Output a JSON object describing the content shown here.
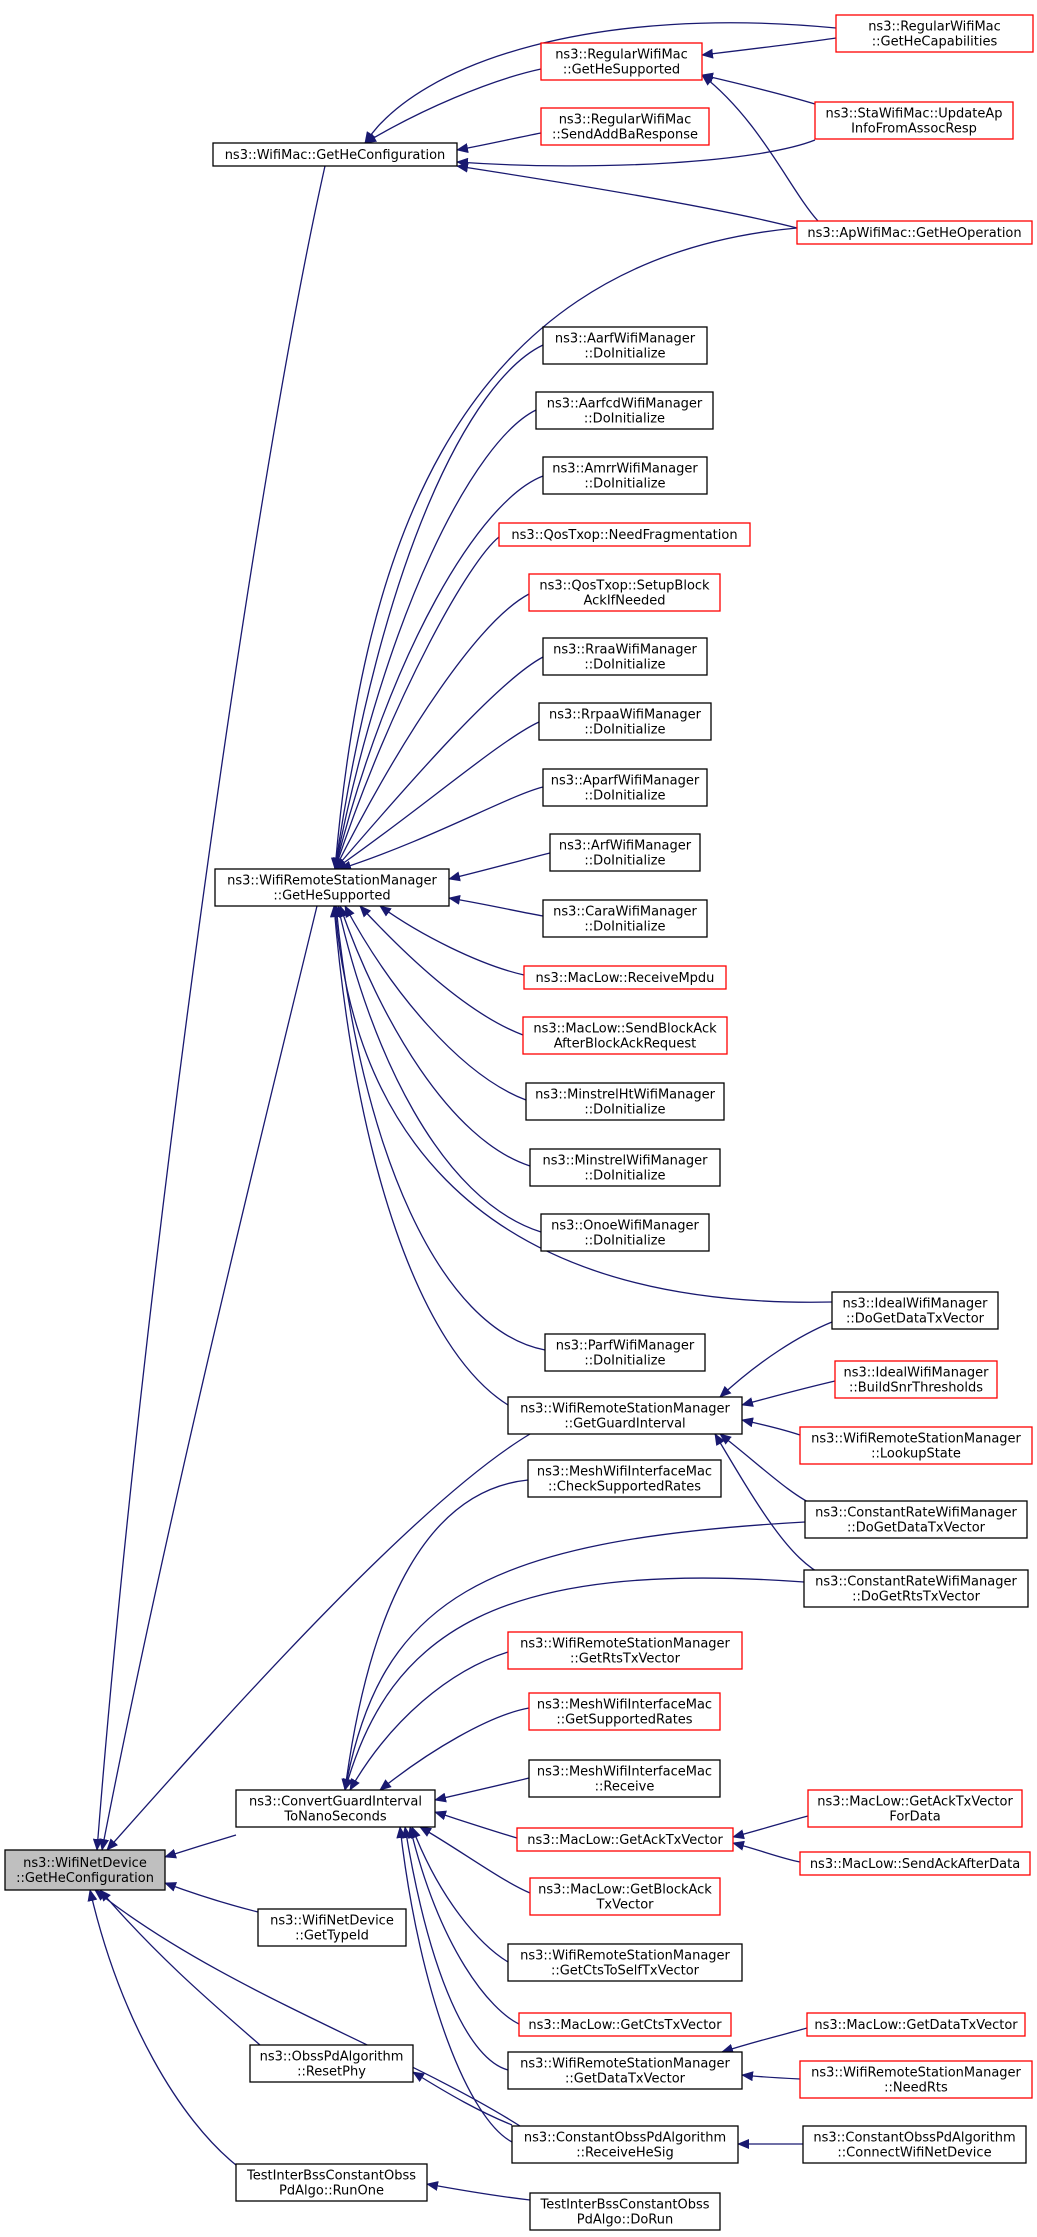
{
  "colors": {
    "edge": "#191970",
    "black_border": "#000000",
    "red_border": "#ff0000",
    "root_fill": "#bfbfbf",
    "node_fill": "#ffffff"
  },
  "nodes": {
    "root": {
      "lines": [
        "ns3::WifiNetDevice",
        "::GetHeConfiguration"
      ],
      "style": "root"
    },
    "wmgethe": {
      "lines": [
        "ns3::WifiMac::GetHeConfiguration"
      ],
      "style": "black"
    },
    "rwgethesup": {
      "lines": [
        "ns3::RegularWifiMac",
        "::GetHeSupported"
      ],
      "style": "red"
    },
    "rwgethecap": {
      "lines": [
        "ns3::RegularWifiMac",
        "::GetHeCapabilities"
      ],
      "style": "red"
    },
    "rwsendaddba": {
      "lines": [
        "ns3::RegularWifiMac",
        "::SendAddBaResponse"
      ],
      "style": "red"
    },
    "staupdate": {
      "lines": [
        "ns3::StaWifiMac::UpdateAp",
        "InfoFromAssocResp"
      ],
      "style": "red"
    },
    "apgetheop": {
      "lines": [
        "ns3::ApWifiMac::GetHeOperation"
      ],
      "style": "red"
    },
    "aarf": {
      "lines": [
        "ns3::AarfWifiManager",
        "::DoInitialize"
      ],
      "style": "black"
    },
    "aarfcd": {
      "lines": [
        "ns3::AarfcdWifiManager",
        "::DoInitialize"
      ],
      "style": "black"
    },
    "amrr": {
      "lines": [
        "ns3::AmrrWifiManager",
        "::DoInitialize"
      ],
      "style": "black"
    },
    "qosfrag": {
      "lines": [
        "ns3::QosTxop::NeedFragmentation"
      ],
      "style": "red"
    },
    "qossetup": {
      "lines": [
        "ns3::QosTxop::SetupBlock",
        "AckIfNeeded"
      ],
      "style": "red"
    },
    "rraa": {
      "lines": [
        "ns3::RraaWifiManager",
        "::DoInitialize"
      ],
      "style": "black"
    },
    "rrpaa": {
      "lines": [
        "ns3::RrpaaWifiManager",
        "::DoInitialize"
      ],
      "style": "black"
    },
    "aparf": {
      "lines": [
        "ns3::AparfWifiManager",
        "::DoInitialize"
      ],
      "style": "black"
    },
    "arf": {
      "lines": [
        "ns3::ArfWifiManager",
        "::DoInitialize"
      ],
      "style": "black"
    },
    "cara": {
      "lines": [
        "ns3::CaraWifiManager",
        "::DoInitialize"
      ],
      "style": "black"
    },
    "mlrecvmpdu": {
      "lines": [
        "ns3::MacLow::ReceiveMpdu"
      ],
      "style": "red"
    },
    "mlsendbar": {
      "lines": [
        "ns3::MacLow::SendBlockAck",
        "AfterBlockAckRequest"
      ],
      "style": "red"
    },
    "minstrelht": {
      "lines": [
        "ns3::MinstrelHtWifiManager",
        "::DoInitialize"
      ],
      "style": "black"
    },
    "minstrel": {
      "lines": [
        "ns3::MinstrelWifiManager",
        "::DoInitialize"
      ],
      "style": "black"
    },
    "onoe": {
      "lines": [
        "ns3::OnoeWifiManager",
        "::DoInitialize"
      ],
      "style": "black"
    },
    "wrsmgethe": {
      "lines": [
        "ns3::WifiRemoteStationManager",
        "::GetHeSupported"
      ],
      "style": "black"
    },
    "idealdata": {
      "lines": [
        "ns3::IdealWifiManager",
        "::DoGetDataTxVector"
      ],
      "style": "black"
    },
    "parf": {
      "lines": [
        "ns3::ParfWifiManager",
        "::DoInitialize"
      ],
      "style": "black"
    },
    "idealsnr": {
      "lines": [
        "ns3::IdealWifiManager",
        "::BuildSnrThresholds"
      ],
      "style": "red"
    },
    "wrsmgi": {
      "lines": [
        "ns3::WifiRemoteStationManager",
        "::GetGuardInterval"
      ],
      "style": "black"
    },
    "wrsmlookup": {
      "lines": [
        "ns3::WifiRemoteStationManager",
        "::LookupState"
      ],
      "style": "red"
    },
    "meshcheck": {
      "lines": [
        "ns3::MeshWifiInterfaceMac",
        "::CheckSupportedRates"
      ],
      "style": "black"
    },
    "constdata": {
      "lines": [
        "ns3::ConstantRateWifiManager",
        "::DoGetDataTxVector"
      ],
      "style": "black"
    },
    "constrts": {
      "lines": [
        "ns3::ConstantRateWifiManager",
        "::DoGetRtsTxVector"
      ],
      "style": "black"
    },
    "wrsmrts": {
      "lines": [
        "ns3::WifiRemoteStationManager",
        "::GetRtsTxVector"
      ],
      "style": "red"
    },
    "meshgetsup": {
      "lines": [
        "ns3::MeshWifiInterfaceMac",
        "::GetSupportedRates"
      ],
      "style": "red"
    },
    "convgi": {
      "lines": [
        "ns3::ConvertGuardInterval",
        "ToNanoSeconds"
      ],
      "style": "black"
    },
    "meshrecv": {
      "lines": [
        "ns3::MeshWifiInterfaceMac",
        "::Receive"
      ],
      "style": "black"
    },
    "mlgetack": {
      "lines": [
        "ns3::MacLow::GetAckTxVector"
      ],
      "style": "red"
    },
    "mlgetackfd": {
      "lines": [
        "ns3::MacLow::GetAckTxVector",
        "ForData"
      ],
      "style": "red"
    },
    "mlsendack": {
      "lines": [
        "ns3::MacLow::SendAckAfterData"
      ],
      "style": "red"
    },
    "mlgetblock": {
      "lines": [
        "ns3::MacLow::GetBlockAck",
        "TxVector"
      ],
      "style": "red"
    },
    "wndtypeid": {
      "lines": [
        "ns3::WifiNetDevice",
        "::GetTypeId"
      ],
      "style": "black"
    },
    "wrsmcts2self": {
      "lines": [
        "ns3::WifiRemoteStationManager",
        "::GetCtsToSelfTxVector"
      ],
      "style": "black"
    },
    "mlgetcts": {
      "lines": [
        "ns3::MacLow::GetCtsTxVector"
      ],
      "style": "red"
    },
    "mlgetdata": {
      "lines": [
        "ns3::MacLow::GetDataTxVector"
      ],
      "style": "red"
    },
    "wrsmdata": {
      "lines": [
        "ns3::WifiRemoteStationManager",
        "::GetDataTxVector"
      ],
      "style": "black"
    },
    "wrsmneedrts": {
      "lines": [
        "ns3::WifiRemoteStationManager",
        "::NeedRts"
      ],
      "style": "red"
    },
    "obssreset": {
      "lines": [
        "ns3::ObssPdAlgorithm",
        "::ResetPhy"
      ],
      "style": "black"
    },
    "constobssrecv": {
      "lines": [
        "ns3::ConstantObssPdAlgorithm",
        "::ReceiveHeSig"
      ],
      "style": "black"
    },
    "constobssconn": {
      "lines": [
        "ns3::ConstantObssPdAlgorithm",
        "::ConnectWifiNetDevice"
      ],
      "style": "black"
    },
    "testrunone": {
      "lines": [
        "TestInterBssConstantObss",
        "PdAlgo::RunOne"
      ],
      "style": "black"
    },
    "testdorun": {
      "lines": [
        "TestInterBssConstantObss",
        "PdAlgo::DoRun"
      ],
      "style": "black"
    }
  },
  "edges": [
    [
      "wmgethe",
      "root"
    ],
    [
      "wrsmgethe",
      "root"
    ],
    [
      "wrsmgi",
      "root"
    ],
    [
      "convgi",
      "root"
    ],
    [
      "wndtypeid",
      "root"
    ],
    [
      "obssreset",
      "root"
    ],
    [
      "constobssrecv",
      "root"
    ],
    [
      "testrunone",
      "root"
    ],
    [
      "rwgethesup",
      "wmgethe"
    ],
    [
      "rwgethecap",
      "wmgethe"
    ],
    [
      "rwsendaddba",
      "wmgethe"
    ],
    [
      "staupdate",
      "wmgethe"
    ],
    [
      "apgetheop",
      "wmgethe"
    ],
    [
      "rwgethecap",
      "rwgethesup"
    ],
    [
      "staupdate",
      "rwgethesup"
    ],
    [
      "apgetheop",
      "rwgethesup"
    ],
    [
      "apgetheop",
      "wrsmgethe"
    ],
    [
      "aarf",
      "wrsmgethe"
    ],
    [
      "aarfcd",
      "wrsmgethe"
    ],
    [
      "amrr",
      "wrsmgethe"
    ],
    [
      "qosfrag",
      "wrsmgethe"
    ],
    [
      "qossetup",
      "wrsmgethe"
    ],
    [
      "rraa",
      "wrsmgethe"
    ],
    [
      "rrpaa",
      "wrsmgethe"
    ],
    [
      "aparf",
      "wrsmgethe"
    ],
    [
      "arf",
      "wrsmgethe"
    ],
    [
      "cara",
      "wrsmgethe"
    ],
    [
      "mlrecvmpdu",
      "wrsmgethe"
    ],
    [
      "mlsendbar",
      "wrsmgethe"
    ],
    [
      "minstrelht",
      "wrsmgethe"
    ],
    [
      "minstrel",
      "wrsmgethe"
    ],
    [
      "onoe",
      "wrsmgethe"
    ],
    [
      "idealdata",
      "wrsmgethe"
    ],
    [
      "parf",
      "wrsmgethe"
    ],
    [
      "wrsmgi",
      "wrsmgethe"
    ],
    [
      "idealdata",
      "wrsmgi"
    ],
    [
      "idealsnr",
      "wrsmgi"
    ],
    [
      "wrsmlookup",
      "wrsmgi"
    ],
    [
      "constdata",
      "wrsmgi"
    ],
    [
      "constrts",
      "wrsmgi"
    ],
    [
      "meshcheck",
      "convgi"
    ],
    [
      "constdata",
      "convgi"
    ],
    [
      "constrts",
      "convgi"
    ],
    [
      "wrsmrts",
      "convgi"
    ],
    [
      "meshgetsup",
      "convgi"
    ],
    [
      "meshrecv",
      "convgi"
    ],
    [
      "mlgetack",
      "convgi"
    ],
    [
      "mlgetblock",
      "convgi"
    ],
    [
      "wrsmcts2self",
      "convgi"
    ],
    [
      "mlgetcts",
      "convgi"
    ],
    [
      "wrsmdata",
      "convgi"
    ],
    [
      "constobssrecv",
      "convgi"
    ],
    [
      "mlgetackfd",
      "mlgetack"
    ],
    [
      "mlsendack",
      "mlgetack"
    ],
    [
      "mlgetdata",
      "wrsmdata"
    ],
    [
      "wrsmneedrts",
      "wrsmdata"
    ],
    [
      "constobssrecv",
      "obssreset"
    ],
    [
      "constobssconn",
      "constobssrecv"
    ],
    [
      "testdorun",
      "testrunone"
    ]
  ]
}
